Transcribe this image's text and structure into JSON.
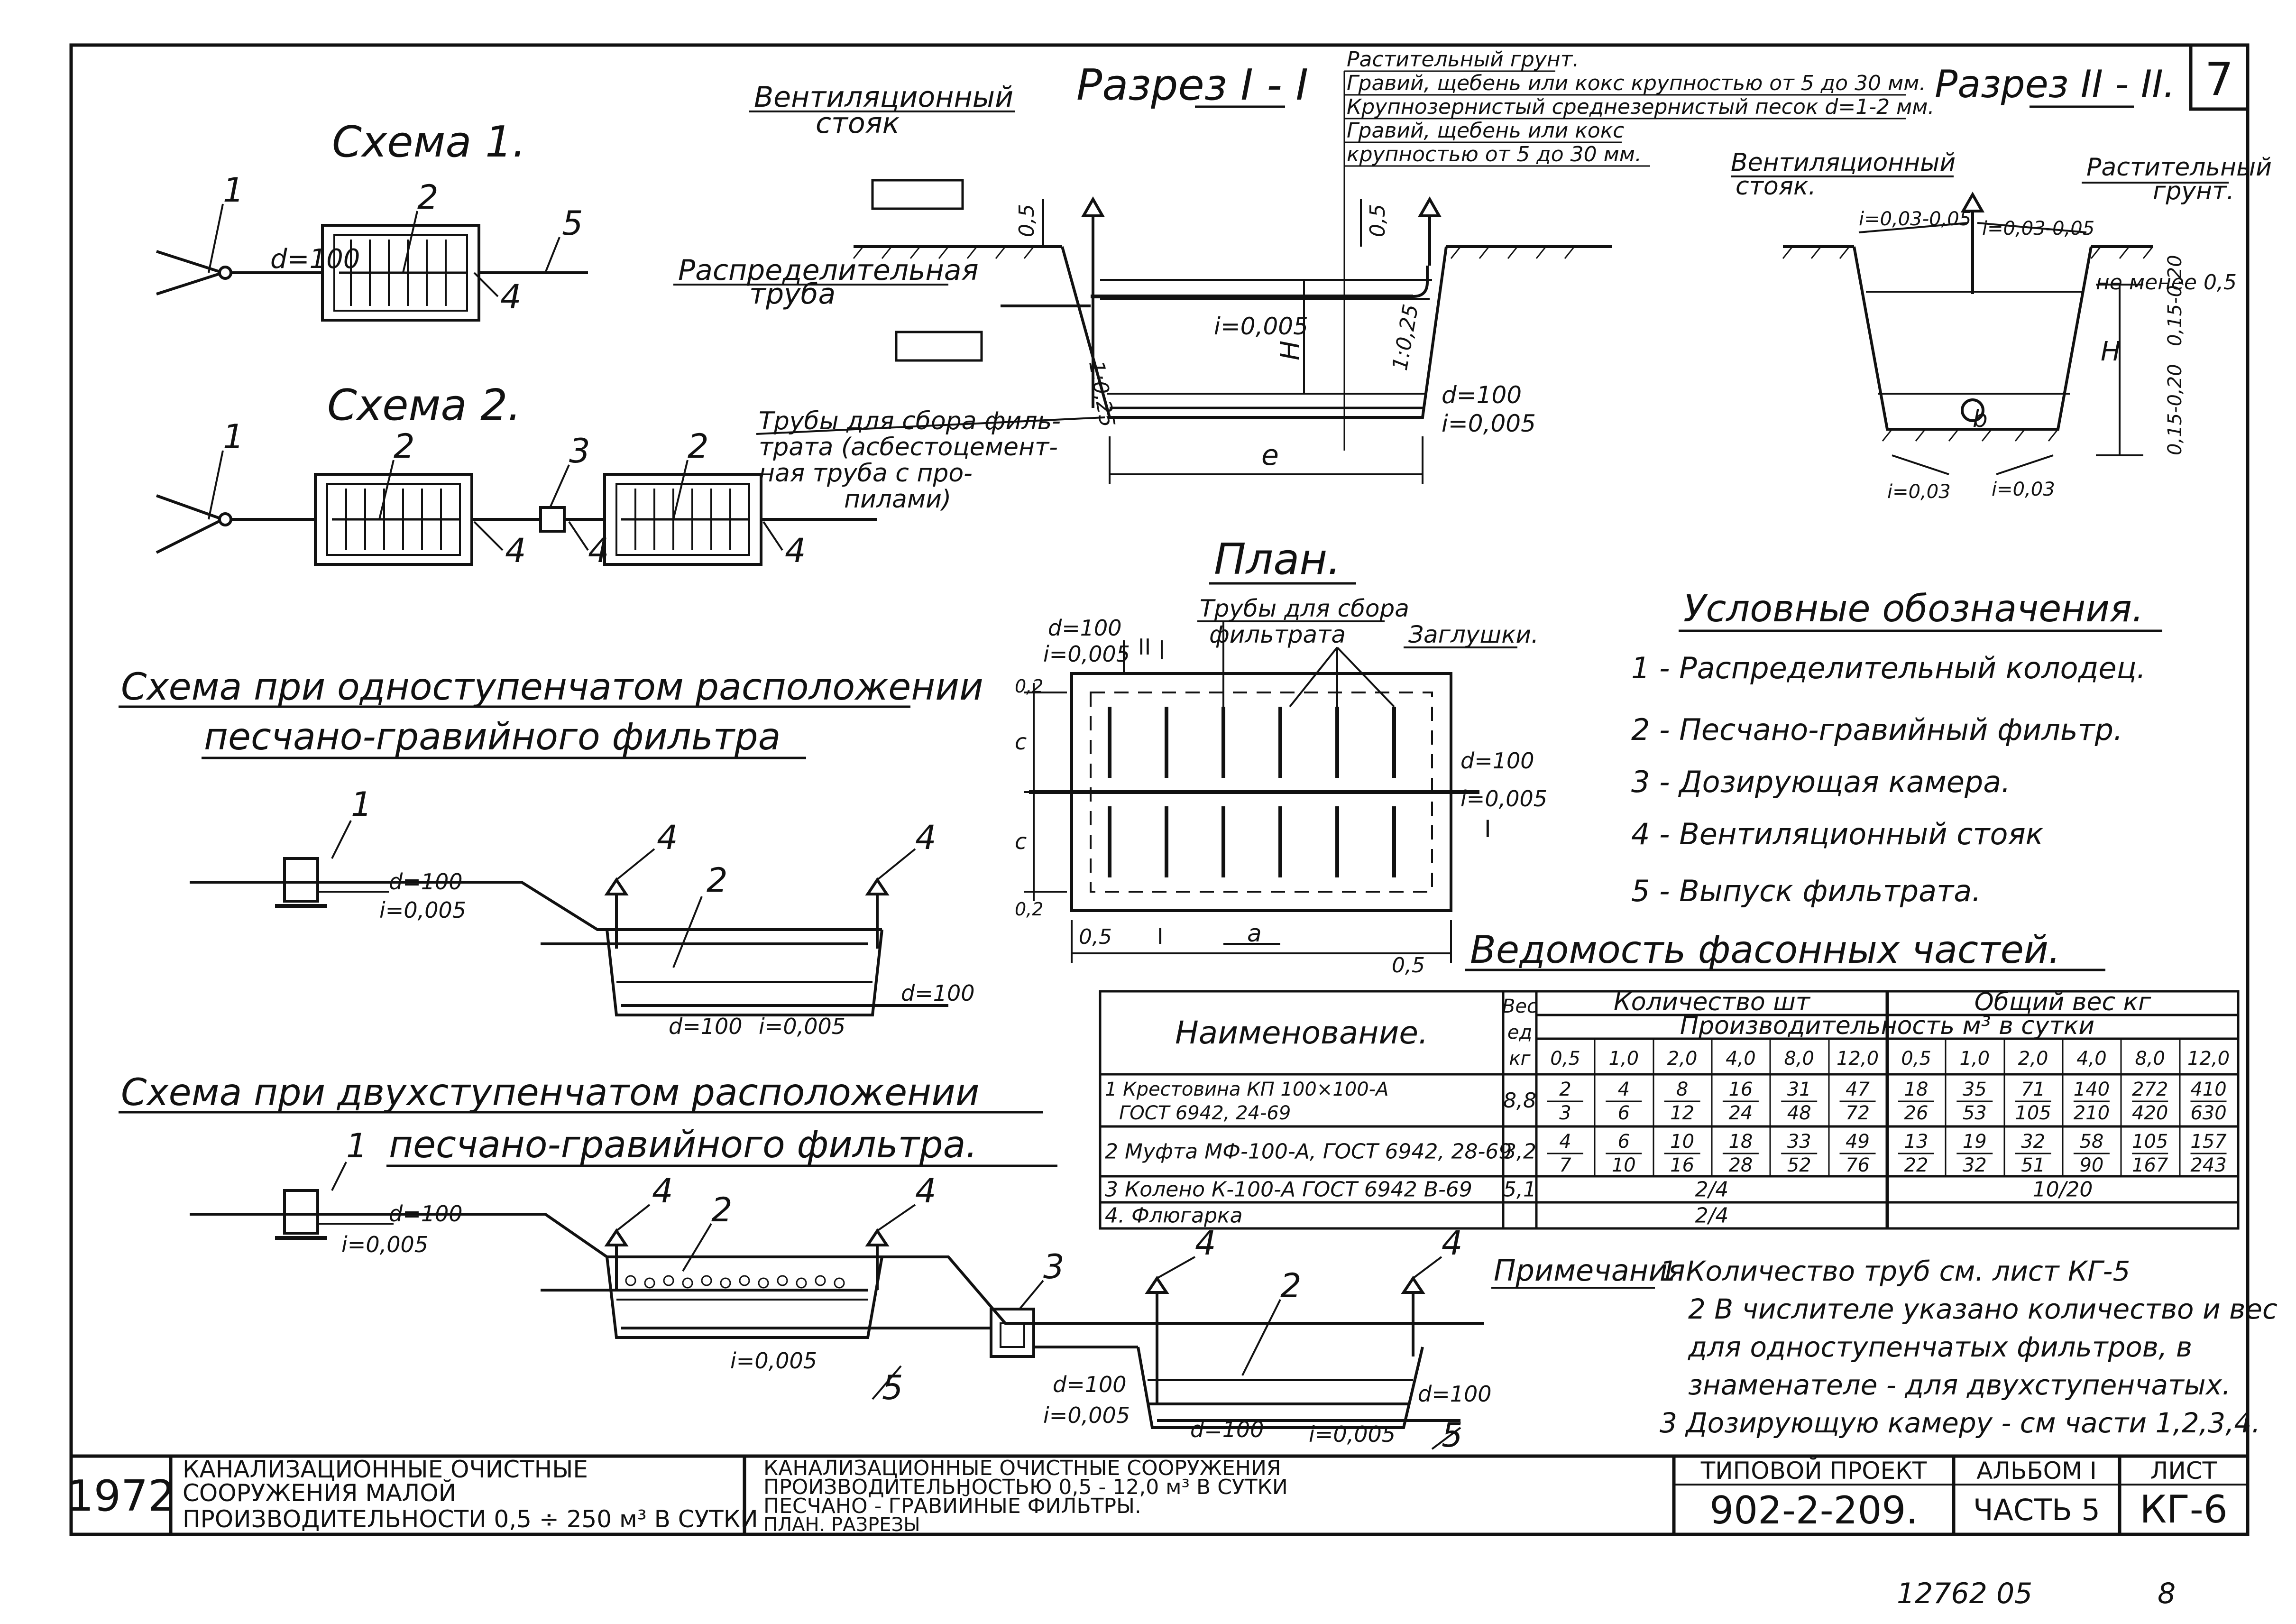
{
  "sheet_number": "7",
  "scheme1": {
    "title": "Схема 1.",
    "d": "d=100",
    "labels": [
      "1",
      "2",
      "5",
      "4"
    ]
  },
  "scheme2": {
    "title": "Схема 2.",
    "labels": [
      "1",
      "2",
      "3",
      "2",
      "4",
      "4",
      "4"
    ]
  },
  "section1": {
    "title": "Разрез I - I",
    "vent_riser": [
      "Вентиляционный",
      "стояк"
    ],
    "distribution_pipe": [
      "Распределительная",
      "труба"
    ],
    "layers": [
      "Растительный грунт.",
      "Гравий, щебень или кокс крупностью от 5 до 30 мм.",
      "Крупнозернистый среднезернистый песок d=1-2 мм.",
      "Гравий, щебень или кокс",
      "крупностью от 5 до 30 мм."
    ],
    "collect_pipes": [
      "Трубы для сбора филь-",
      "трата (асбестоцемент-",
      "ная труба с про-",
      "пилами)"
    ],
    "dims": {
      "h1": "0,5",
      "h2": "0,5",
      "slope": "i=0,005",
      "H": "H",
      "s1": "1:0,25",
      "s2": "1:0,25",
      "d": "d=100",
      "i": "i=0,005",
      "e": "e"
    }
  },
  "section2": {
    "title": "Разрез II - II.",
    "vent_riser": [
      "Вентиляционный",
      "стояк."
    ],
    "plant_soil": [
      "Растительный",
      "грунт."
    ],
    "dims": {
      "i1": "i=0,03-0,05",
      "i2": "i=0,03-0,05",
      "min": "не менее 0,5",
      "H": "H",
      "r1": "0,15-0,20",
      "r2": "0,15-0,20",
      "b": "b",
      "i3": "i=0,03",
      "i4": "i=0,03"
    }
  },
  "plan": {
    "title": "План.",
    "collect_pipes": [
      "Трубы для сбора",
      "фильтрата"
    ],
    "plugs": "Заглушки.",
    "dims": {
      "d1": "d=100",
      "i1": "i=0,005",
      "sec2": "II",
      "d2": "d=100",
      "i2": "i=0,005",
      "sec1": "I",
      "c1": "c",
      "c2": "c",
      "v1": "0,2",
      "v2": "0,2",
      "h1": "0,5",
      "sec1b": "I",
      "a": "a",
      "h2": "0,5"
    }
  },
  "single_stage": {
    "title": [
      "Схема при одноступенчатом расположении",
      "песчано-гравийного фильтра"
    ],
    "labels": [
      "1",
      "4",
      "4",
      "2"
    ],
    "dims": {
      "d1": "d=100",
      "i1": "i=0,005",
      "d2": "d=100",
      "d3": "d=100",
      "i2": "i=0,005"
    }
  },
  "two_stage": {
    "title": [
      "Схема при двухступенчатом расположении",
      "песчано-гравийного фильтра."
    ],
    "labels": [
      "1",
      "4",
      "2",
      "4",
      "3",
      "4",
      "2",
      "4",
      "5",
      "5"
    ],
    "dims": {
      "d1": "d=100",
      "i1": "i=0,005",
      "i2": "i=0,005",
      "d2": "d=100",
      "i3": "i=0,005",
      "d3": "d=100",
      "d4": "d=100",
      "i4": "i=0,005"
    }
  },
  "legend": {
    "title": "Условные обозначения.",
    "items": [
      "1 - Распределительный колодец.",
      "2 - Песчано-гравийный фильтр.",
      "3 - Дозирующая камера.",
      "4 - Вентиляционный стояк",
      "5 - Выпуск фильтрата."
    ]
  },
  "fittings": {
    "title": "Ведомость фасонных частей.",
    "header": {
      "name": "Наименование.",
      "weight": [
        "Вес",
        "ед",
        "кг"
      ],
      "count": "Количество  шт",
      "total": "Общий  вес  кг",
      "capacity": "Производительность  м³ в сутки",
      "caps": [
        "0,5",
        "1,0",
        "2,0",
        "4,0",
        "8,0",
        "12,0"
      ]
    },
    "rows": [
      {
        "name": [
          "1 Крестовина КП 100×100-А",
          "ГОСТ 6942, 24-69"
        ],
        "weight": "8,8",
        "counts": [
          [
            "2",
            "3"
          ],
          [
            "4",
            "6"
          ],
          [
            "8",
            "12"
          ],
          [
            "16",
            "24"
          ],
          [
            "31",
            "48"
          ],
          [
            "47",
            "72"
          ]
        ],
        "totals": [
          [
            "18",
            "26"
          ],
          [
            "35",
            "53"
          ],
          [
            "71",
            "105"
          ],
          [
            "140",
            "210"
          ],
          [
            "272",
            "420"
          ],
          [
            "410",
            "630"
          ]
        ]
      },
      {
        "name": [
          "2 Муфта МФ-100-А, ГОСТ 6942, 28-69"
        ],
        "weight": "3,2",
        "counts": [
          [
            "4",
            "7"
          ],
          [
            "6",
            "10"
          ],
          [
            "10",
            "16"
          ],
          [
            "18",
            "28"
          ],
          [
            "33",
            "52"
          ],
          [
            "49",
            "76"
          ]
        ],
        "totals": [
          [
            "13",
            "22"
          ],
          [
            "19",
            "32"
          ],
          [
            "32",
            "51"
          ],
          [
            "58",
            "90"
          ],
          [
            "105",
            "167"
          ],
          [
            "157",
            "243"
          ]
        ]
      },
      {
        "name": [
          "3 Колено К-100-А ГОСТ 6942 В-69"
        ],
        "weight": "5,1",
        "count_all": "2/4",
        "total_all": "10/20"
      },
      {
        "name": [
          "4. Флюгарка"
        ],
        "weight": "",
        "count_all": "2/4",
        "total_all": ""
      }
    ]
  },
  "notes": {
    "heading": "Примечания",
    "lines": [
      "1 Количество труб см. лист КГ-5",
      "2 В числителе указано количество и вес",
      "для одноступенчатых фильтров, в",
      "знаменателе - для двухступенчатых.",
      "3 Дозирующую камеру - см части 1,2,3,4."
    ]
  },
  "title_block": {
    "year": "1972",
    "left": [
      "КАНАЛИЗАЦИОННЫЕ ОЧИСТНЫЕ",
      "СООРУЖЕНИЯ  МАЛОЙ",
      "ПРОИЗВОДИТЕЛЬНОСТИ 0,5 ÷ 250 м³ В СУТКИ"
    ],
    "center": [
      "КАНАЛИЗАЦИОННЫЕ  ОЧИСТНЫЕ  СООРУЖЕНИЯ",
      "ПРОИЗВОДИТЕЛЬНОСТЬЮ  0,5 - 12,0 м³ В СУТКИ",
      "ПЕСЧАНО - ГРАВИЙНЫЕ   ФИЛЬТРЫ.",
      "ПЛАН. РАЗРЕЗЫ"
    ],
    "project_label": "ТИПОВОЙ ПРОЕКТ",
    "project": "902-2-209.",
    "album_label": "АЛЬБОМ I",
    "part": "ЧАСТЬ 5",
    "sheet_label": "ЛИСТ",
    "sheet": "КГ-6"
  },
  "footer": {
    "code": "12762 05",
    "page": "8"
  }
}
